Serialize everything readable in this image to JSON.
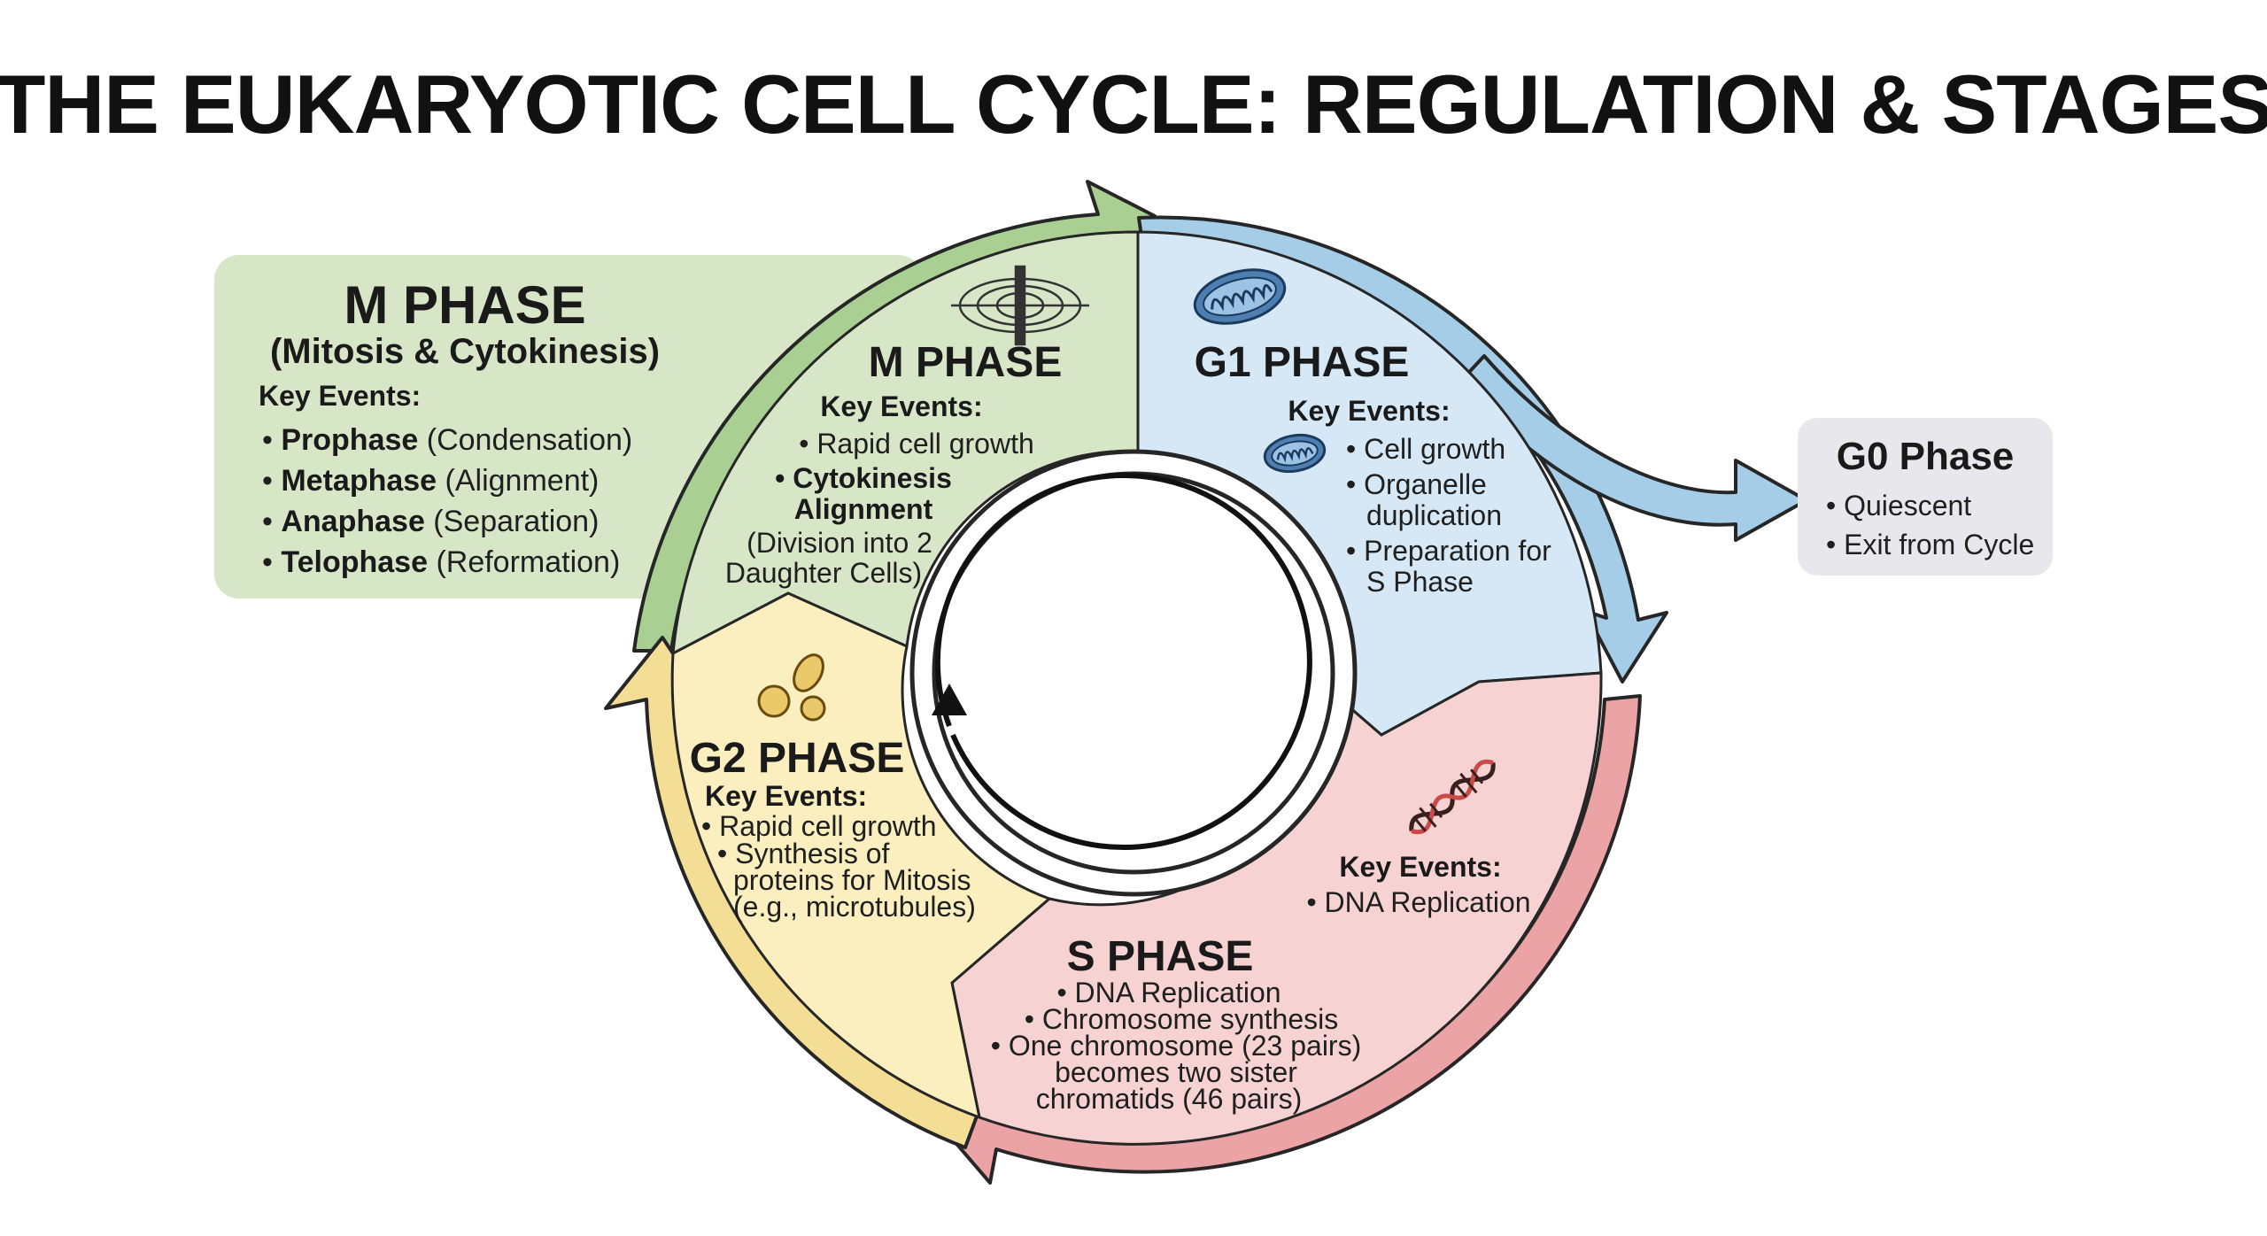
{
  "title": "THE EUKARYOTIC CELL CYCLE: REGULATION & STAGES",
  "colors": {
    "m_phase": "#d7e6c7",
    "m_arrow": "#a9cf93",
    "g1_phase": "#d6e8f6",
    "g1_arrow": "#a6cde8",
    "s_phase": "#f6d2d2",
    "s_arrow": "#eba3a6",
    "g2_phase": "#fbefbf",
    "g2_arrow": "#f4de96",
    "g0_box": "#e8e8ec",
    "outline": "#262626"
  },
  "m_box": {
    "title": "M PHASE",
    "subtitle": "(Mitosis & Cytokinesis)",
    "key_events_label": "Key Events:",
    "items": [
      {
        "bold": "Prophase",
        "rest": " (Condensation)"
      },
      {
        "bold": "Metaphase",
        "rest": " (Alignment)"
      },
      {
        "bold": "Anaphase",
        "rest": " (Separation)"
      },
      {
        "bold": "Telophase",
        "rest": " (Reformation)"
      }
    ]
  },
  "m_sector": {
    "icon": "spindle-icon",
    "title": "M PHASE",
    "key_events_label": "Key Events:",
    "line1": "• Rapid cell growth",
    "line2": "• Cytokinesis",
    "line3": "Alignment",
    "line4": "(Division into 2",
    "line5": "Daughter Cells)"
  },
  "g1_sector": {
    "icon": "mitochondrion-icon",
    "title": "G1 PHASE",
    "key_events_label": "Key Events:",
    "line1": "• Cell growth",
    "line2": "• Organelle",
    "line3": "duplication",
    "line4": "• Preparation for",
    "line5": "S Phase"
  },
  "g2_sector": {
    "icon": "vesicles-icon",
    "title": "G2 PHASE",
    "key_events_label": "Key Events:",
    "line1": "• Rapid cell growth",
    "line2": "• Synthesis of",
    "line3": "proteins for Mitosis",
    "line4": "(e.g., microtubules)"
  },
  "s_sector": {
    "icon": "dna-icon",
    "key_events_label": "Key Events:",
    "key_line1": "• DNA Replication",
    "title": "S PHASE",
    "line1": "• DNA Replication",
    "line2": "• Chromosome synthesis",
    "line3": "• One chromosome (23 pairs)",
    "line4": "becomes two sister",
    "line5": "chromatids (46 pairs)"
  },
  "g0_box": {
    "title": "G0 Phase",
    "line1": "• Quiescent",
    "line2": "• Exit from Cycle"
  }
}
